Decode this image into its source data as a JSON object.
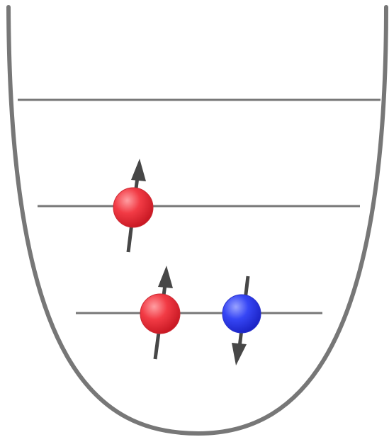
{
  "diagram": {
    "energy_levels": 3,
    "particles": [
      {
        "level": 2,
        "spin": "up",
        "color": "#e8262f"
      },
      {
        "level": 1,
        "spin": "up",
        "color": "#e8262f"
      },
      {
        "level": 1,
        "spin": "down",
        "color": "#2632e8"
      }
    ],
    "colors": {
      "well": "#777777",
      "level_line": "#777777",
      "arrow": "#474747"
    }
  }
}
